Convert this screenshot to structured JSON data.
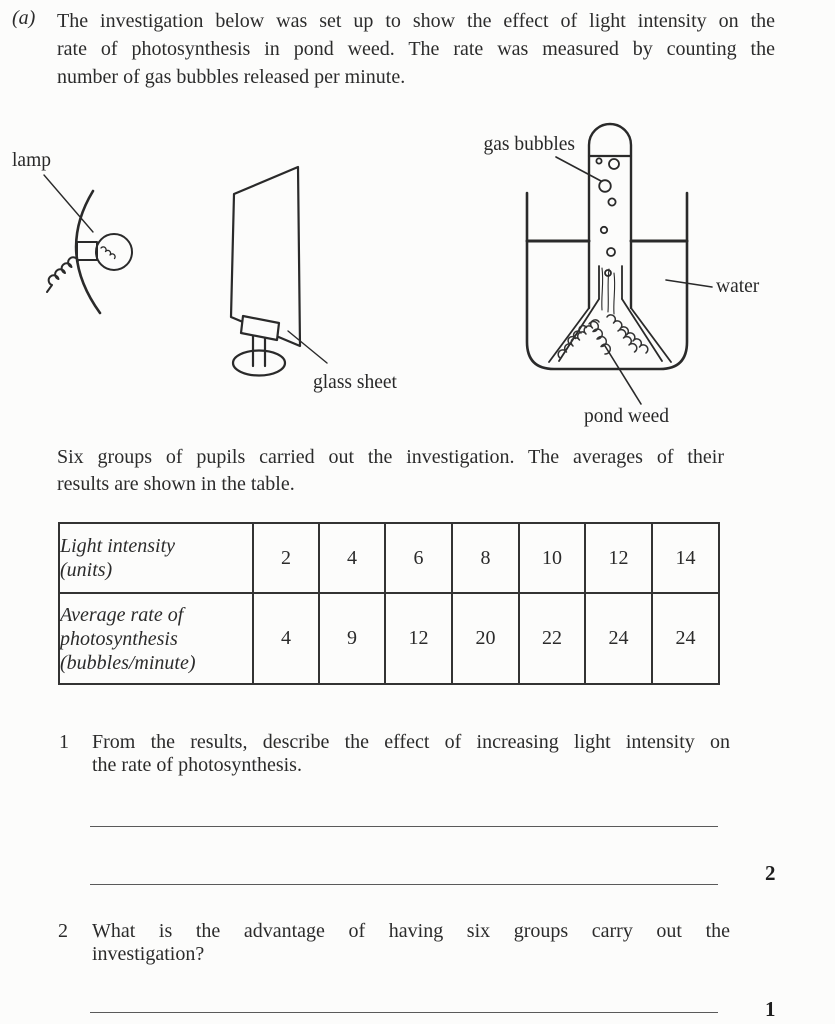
{
  "document": {
    "part_label": "(a)",
    "intro": {
      "lines": [
        "The investigation below was set up to show the effect of light intensity on the",
        "rate of photosynthesis in pond weed.  The rate was measured by counting the",
        "number of gas bubbles released per minute."
      ]
    },
    "middle": {
      "lines": [
        "Six groups of pupils carried out the investigation.  The averages of their",
        "results are shown in the table."
      ]
    }
  },
  "diagram": {
    "labels": {
      "lamp": "lamp",
      "glass_sheet": "glass sheet",
      "gas_bubbles": "gas bubbles",
      "water": "water",
      "pond_weed": "pond weed"
    }
  },
  "table": {
    "row1": {
      "header_lines": [
        "Light intensity",
        "(units)"
      ],
      "values": [
        "2",
        "4",
        "6",
        "8",
        "10",
        "12",
        "14"
      ]
    },
    "row2": {
      "header_lines": [
        "Average rate of",
        "photosynthesis",
        "(bubbles/minute)"
      ],
      "values": [
        "4",
        "9",
        "12",
        "20",
        "22",
        "24",
        "24"
      ]
    }
  },
  "questions": {
    "q1": {
      "number": "1",
      "lines": [
        "From the results, describe the effect of increasing light intensity on",
        "the rate of photosynthesis."
      ],
      "marks": "2"
    },
    "q2": {
      "number": "2",
      "lines": [
        "What is the advantage of having six groups carry out the",
        "investigation?"
      ],
      "marks": "1"
    }
  }
}
